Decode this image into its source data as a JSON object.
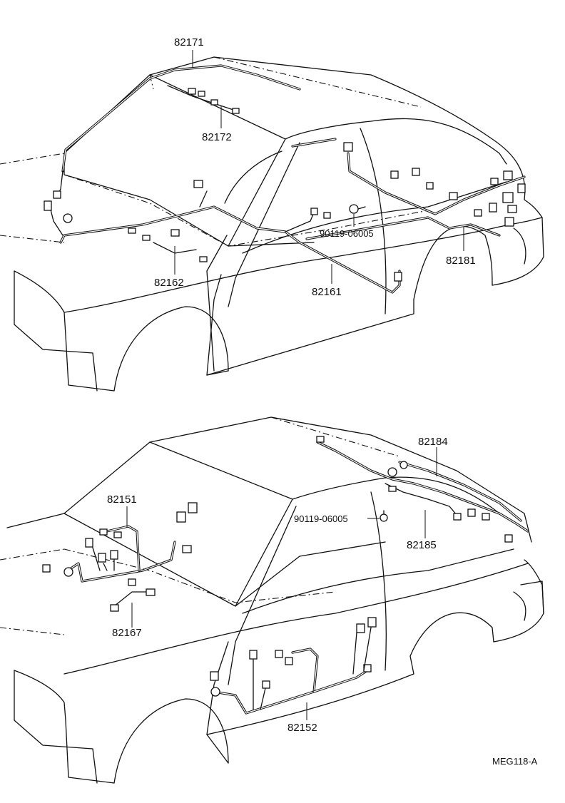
{
  "diagram": {
    "code": "MEG118-A",
    "top_view": {
      "labels": {
        "roof": "82171",
        "roof_sub": "82172",
        "instrument": "82162",
        "floor": "82161",
        "bolt": "90119-06005",
        "rear": "82181"
      }
    },
    "bottom_view": {
      "labels": {
        "luggage": "82184",
        "bolt": "90119-06005",
        "luggage_sub": "82185",
        "cowl": "82151",
        "cowl_sub": "82167",
        "door": "82152"
      }
    }
  }
}
